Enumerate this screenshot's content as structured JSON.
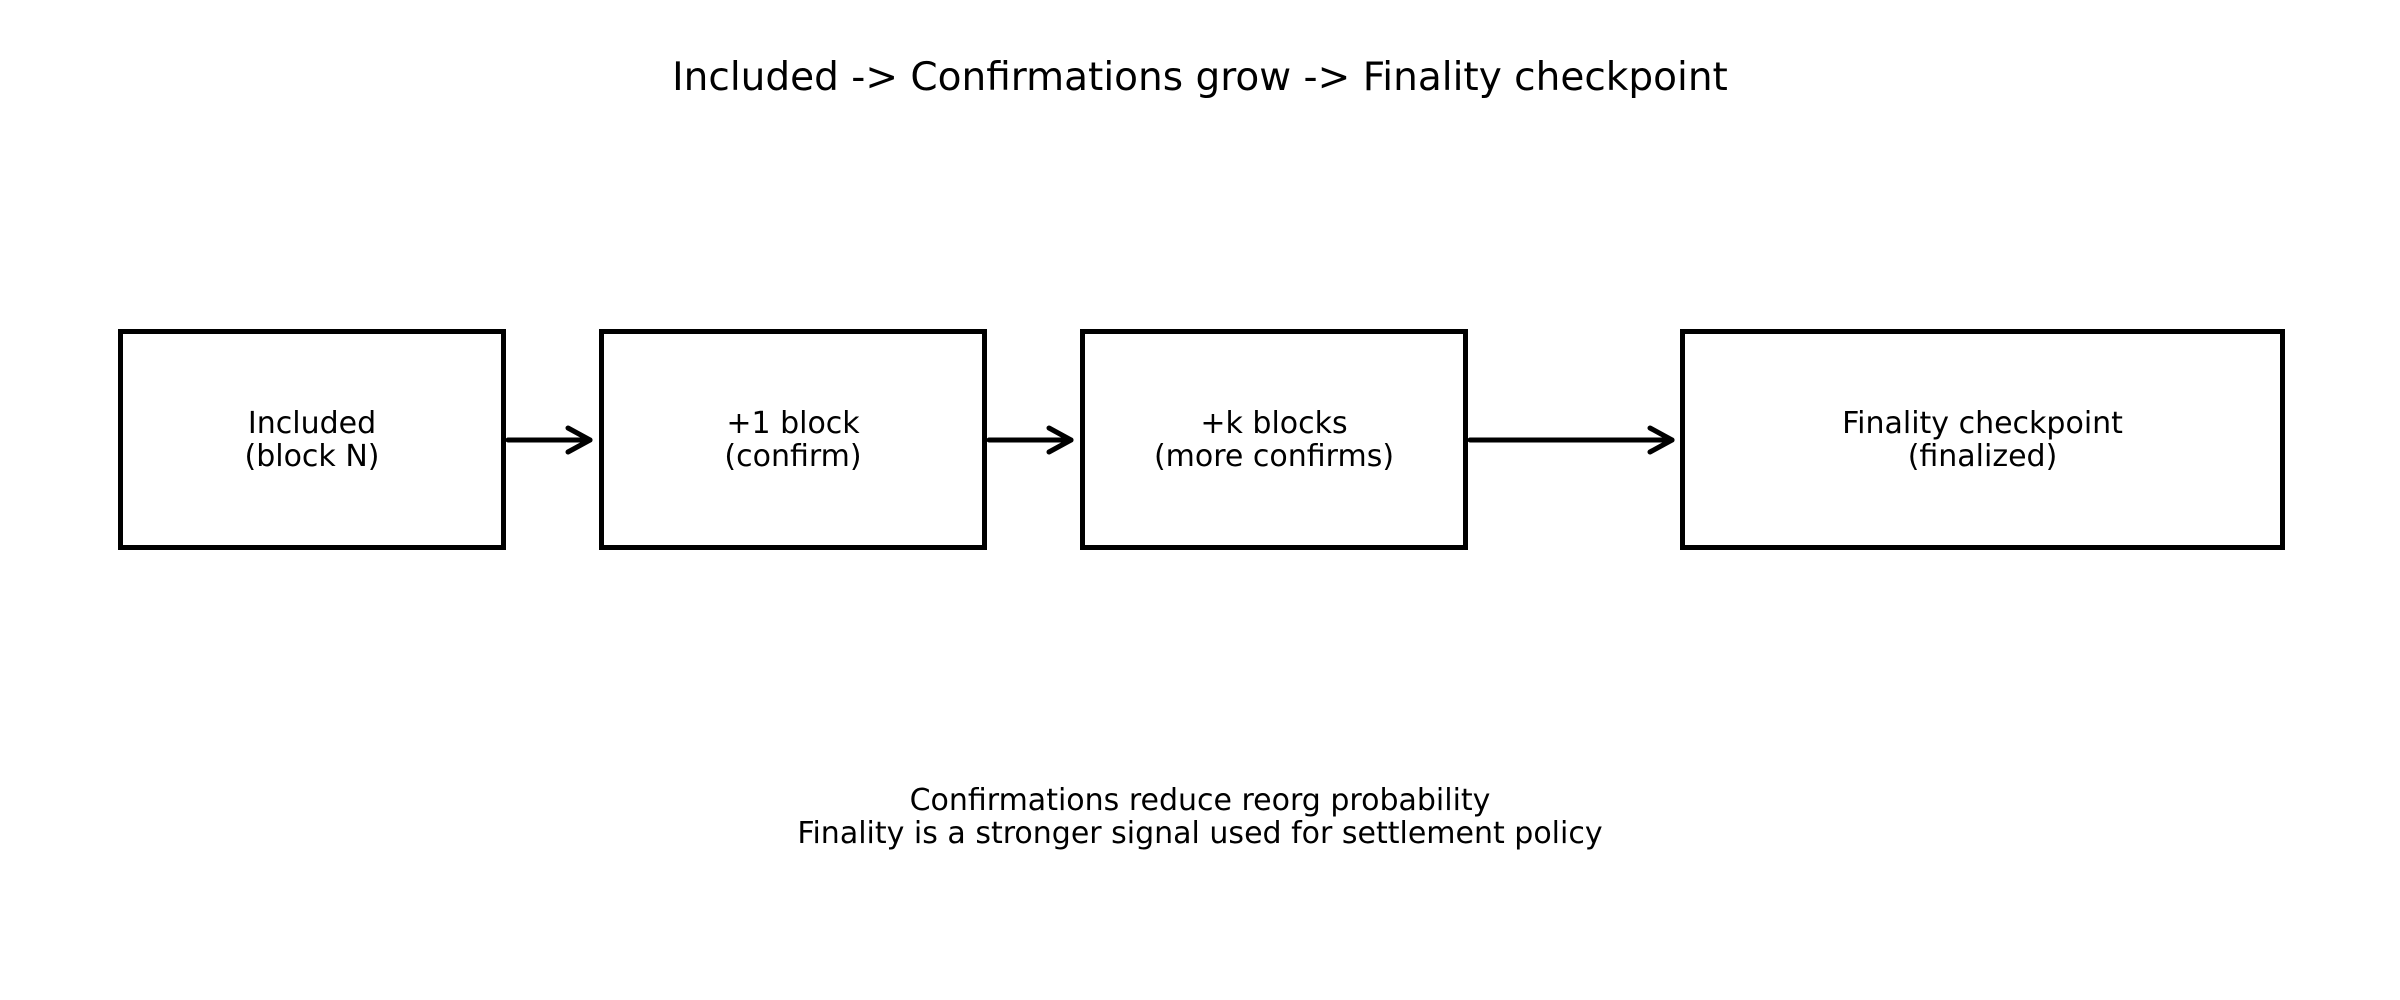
{
  "title": "Included -> Confirmations grow -> Finality checkpoint",
  "stages": [
    {
      "line1": "Included",
      "line2": "(block N)"
    },
    {
      "line1": "+1 block",
      "line2": "(confirm)"
    },
    {
      "line1": "+k blocks",
      "line2": "(more confirms)"
    },
    {
      "line1": "Finality checkpoint",
      "line2": "(finalized)"
    }
  ],
  "caption": {
    "line1": "Confirmations reduce reorg probability",
    "line2": "Finality is a stronger signal used for settlement policy"
  }
}
